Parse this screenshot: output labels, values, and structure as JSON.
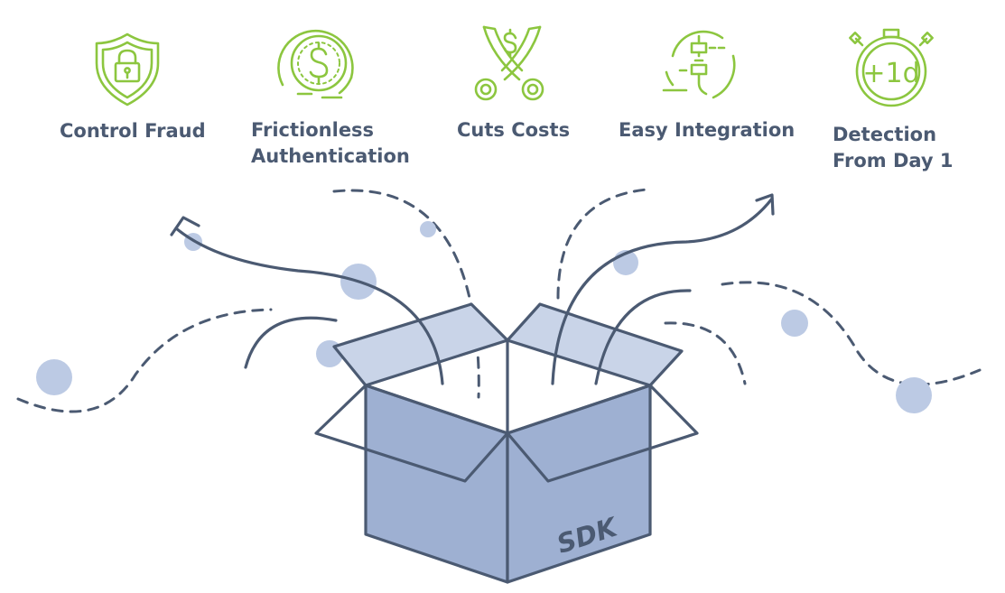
{
  "features": [
    {
      "id": "control-fraud",
      "lines": [
        "Control Fraud"
      ],
      "icon": "shield-lock-icon"
    },
    {
      "id": "frictionless-authentication",
      "lines": [
        "Frictionless",
        "Authentication"
      ],
      "icon": "dollar-coin-icon"
    },
    {
      "id": "cuts-costs",
      "lines": [
        "Cuts Costs"
      ],
      "icon": "scissors-dollar-icon"
    },
    {
      "id": "easy-integration",
      "lines": [
        "Easy Integration"
      ],
      "icon": "plug-connector-icon"
    },
    {
      "id": "detection-from-day-1",
      "lines": [
        "Detection",
        "From Day 1"
      ],
      "icon": "stopwatch-plus-1d-icon",
      "badge": "+1d"
    }
  ],
  "box": {
    "label": "SDK"
  },
  "colors": {
    "icon_green": "#8cc63f",
    "text": "#4b5a72",
    "line": "#4b5a72",
    "box_front": "#9eb0d2",
    "box_flap": "#c9d4e8",
    "bubble": "#bccae4"
  }
}
